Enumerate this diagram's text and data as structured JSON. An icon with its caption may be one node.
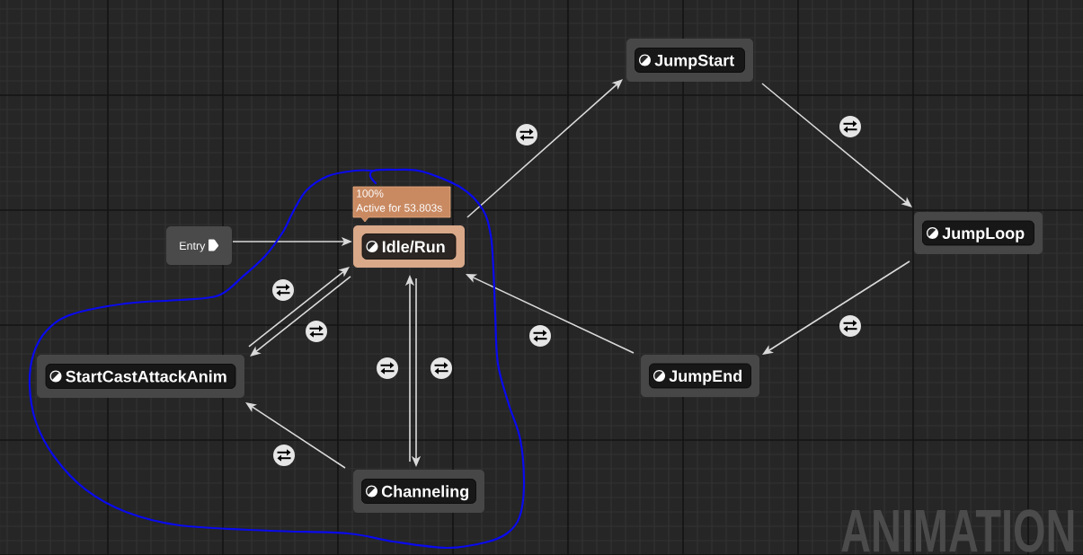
{
  "diagram": {
    "nodes": [
      {
        "text": [
          "JumpStart"
        ]
      },
      {
        "text": [
          "Entry"
        ]
      },
      {
        "text": [
          "Idle/Run"
        ],
        "beside": [
          "100%",
          "Active for 53.803s"
        ]
      },
      {
        "text": [
          "JumpLoop"
        ]
      },
      {
        "text": [
          "StartCastAttackAnim"
        ]
      },
      {
        "text": [
          "JumpEnd"
        ]
      },
      {
        "text": [
          "Channeling"
        ]
      }
    ],
    "edges": [
      {
        "from": 1,
        "to": 2,
        "arrow": "to"
      },
      {
        "from": 2,
        "to": 0,
        "arrow": "to"
      },
      {
        "from": 0,
        "to": 3,
        "arrow": "to"
      },
      {
        "from": 3,
        "to": 5,
        "arrow": "to"
      },
      {
        "from": 5,
        "to": 2,
        "arrow": "to"
      },
      {
        "from": 2,
        "to": 4,
        "arrow": "to"
      },
      {
        "from": 4,
        "to": 2,
        "arrow": "to"
      },
      {
        "from": 2,
        "to": 6,
        "arrow": "to"
      },
      {
        "from": 6,
        "to": 2,
        "arrow": "to"
      },
      {
        "from": 6,
        "to": 4,
        "arrow": "to"
      }
    ],
    "labels": [
      "ANIMATION"
    ]
  }
}
